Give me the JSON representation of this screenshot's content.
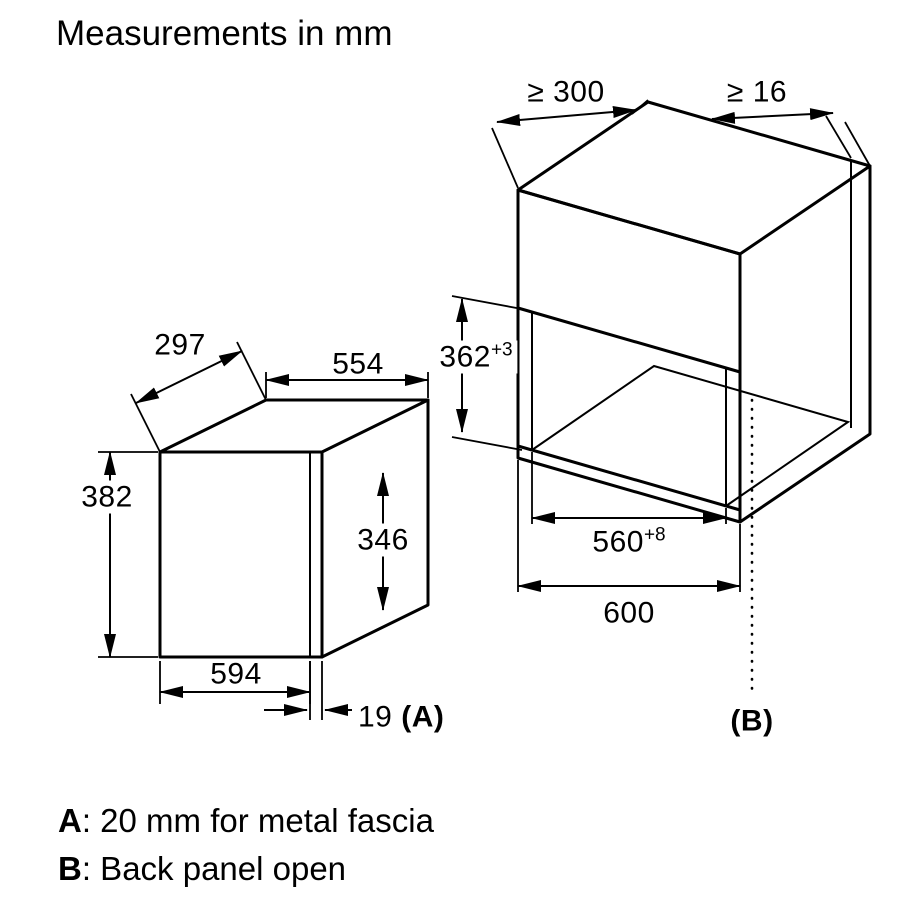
{
  "title": "Measurements in mm",
  "appliance": {
    "depth": "297",
    "body_width": "554",
    "front_height": "382",
    "body_height": "346",
    "front_width": "594",
    "fascia_prefix": "19 ",
    "fascia_ref": "(A)"
  },
  "cabinet": {
    "min_depth": "≥ 300",
    "min_back_gap": "≥ 16",
    "niche_height": "362",
    "niche_height_tolerance": "+3",
    "niche_width": "560",
    "niche_width_tolerance": "+8",
    "cabinet_width": "600",
    "back_ref": "(B)"
  },
  "legend": {
    "a_key": "A",
    "a_text": ": 20 mm for metal fascia",
    "b_key": "B",
    "b_text": ": Back panel open"
  }
}
